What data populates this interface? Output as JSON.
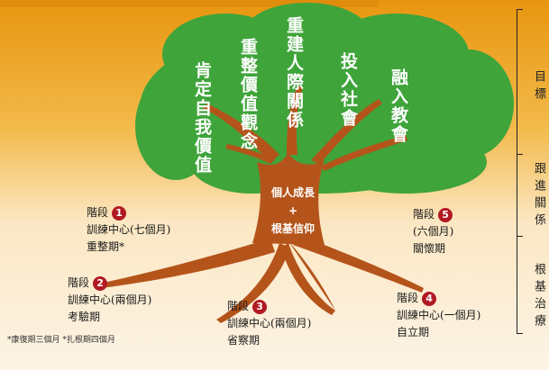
{
  "title_strip": "",
  "leaves": [
    "肯定自我價值",
    "重整價值觀念",
    "重建人際關係",
    "投入社會",
    "融入教會"
  ],
  "trunk": {
    "line1": "個人成長",
    "line2": "+",
    "line3": "根基信仰"
  },
  "stages": [
    {
      "label": "階段",
      "num": "1",
      "lines": [
        "訓練中心(七個月)",
        "重整期*"
      ]
    },
    {
      "label": "階段",
      "num": "2",
      "lines": [
        "訓練中心(兩個月)",
        "考驗期"
      ]
    },
    {
      "label": "階段",
      "num": "3",
      "lines": [
        "訓練中心(兩個月)",
        "省察期"
      ]
    },
    {
      "label": "階段",
      "num": "4",
      "lines": [
        "訓練中心(一個月)",
        "自立期"
      ]
    },
    {
      "label": "階段",
      "num": "5",
      "lines": [
        "(六個月)",
        "關懷期"
      ]
    }
  ],
  "side_labels": [
    "目標",
    "跟進關係",
    "根基治療"
  ],
  "footnote": "*康復期三個月 *扎根期四個月",
  "colors": {
    "sky": "#f0a21a",
    "canopy": "#3fa43a",
    "trunk": "#b4541b",
    "badge": "#b11a22"
  }
}
